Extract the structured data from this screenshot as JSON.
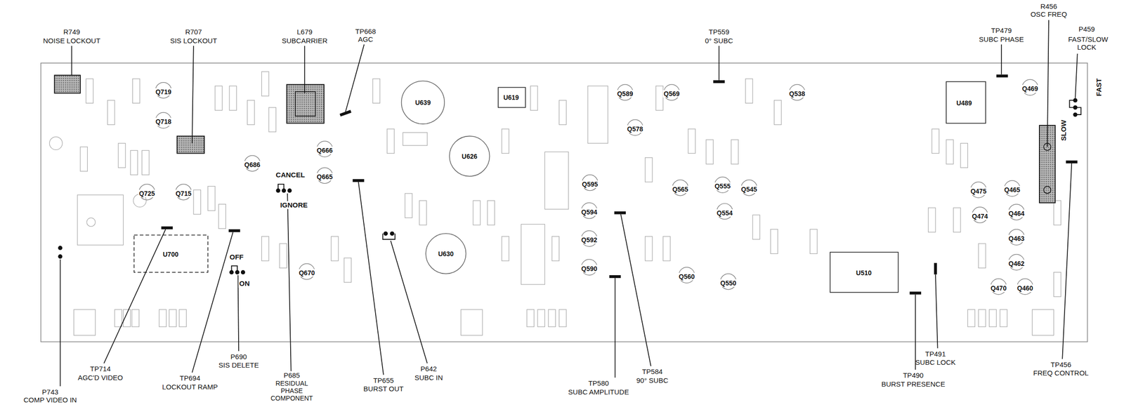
{
  "diagram": {
    "labels": [
      "R749",
      "NOISE LOCKOUT",
      "R707",
      "SIS LOCKOUT",
      "L679",
      "SUBCARRIER",
      "TP668",
      "AGC",
      "TP559",
      "0° SUBC",
      "TP479",
      "SUBC PHASE",
      "R456",
      "OSC FREQ",
      "P459",
      "FAST/SLOW LOCK",
      "P743",
      "COMP VIDEO IN",
      "TP714",
      "AGC'D VIDEO",
      "TP694",
      "LOCKOUT RAMP",
      "P690",
      "SIS DELETE",
      "P685",
      "RESIDUAL PHASE COMPONENT",
      "TP655",
      "BURST OUT",
      "P642",
      "SUBC IN",
      "TP580",
      "SUBC AMPLITUDE",
      "TP584",
      "90° SUBC",
      "TP490",
      "BURST PRESENCE",
      "TP491",
      "SUBC LOCK",
      "TP456",
      "FREQ CONTROL",
      "CANCEL",
      "IGNORE",
      "OFF",
      "ON",
      "SLOW",
      "FAST",
      "Q719",
      "Q718",
      "Q725",
      "Q715",
      "Q686",
      "Q666",
      "Q665",
      "Q670",
      "U700",
      "U639",
      "U626",
      "U630",
      "U619",
      "Q589",
      "Q578",
      "Q569",
      "Q538",
      "Q595",
      "Q594",
      "Q592",
      "Q590",
      "Q565",
      "Q555",
      "Q545",
      "Q554",
      "Q560",
      "Q550",
      "U489",
      "Q469",
      "Q475",
      "Q465",
      "Q474",
      "Q464",
      "Q463",
      "Q462",
      "Q470",
      "Q460",
      "U510"
    ]
  }
}
